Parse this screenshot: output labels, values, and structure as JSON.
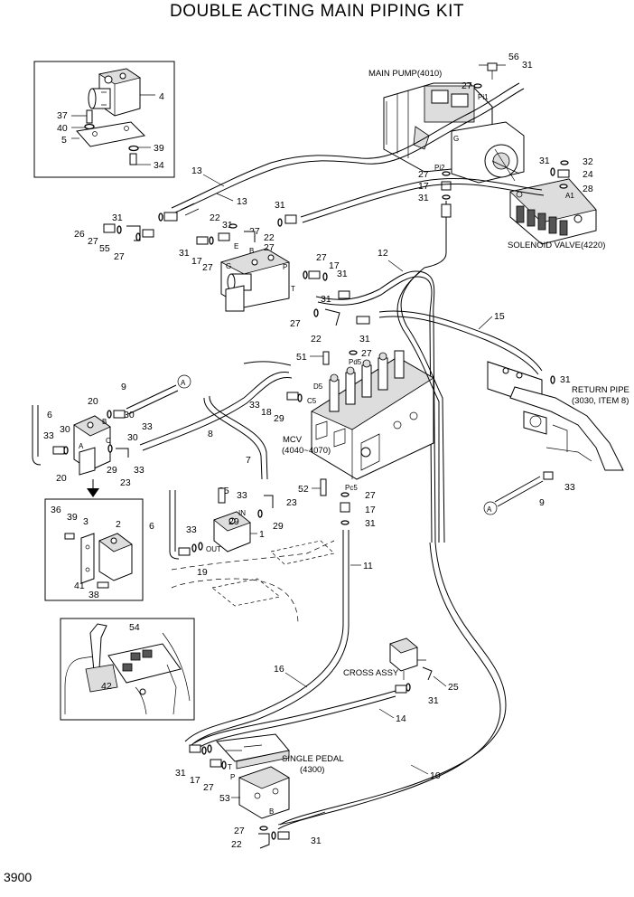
{
  "title": "DOUBLE ACTING MAIN PIPING KIT",
  "page_number": "3900",
  "captions": {
    "main_pump": "MAIN PUMP(4010)",
    "solenoid_valve": "SOLENOID VALVE(4220)",
    "return_pipe_1": "RETURN PIPE",
    "return_pipe_2": "(3030, ITEM 8)",
    "mcv_1": "MCV",
    "mcv_2": "(4040~4070)",
    "cross_assy": "CROSS ASSY",
    "single_pedal_1": "SINGLE PEDAL",
    "single_pedal_2": "(4300)",
    "ref_a": "A"
  },
  "ports": {
    "pi1": "Pi1",
    "pi2": "Pi2",
    "g_pump": "G",
    "a1": "A1",
    "e": "E",
    "b_block": "B",
    "g_block": "G",
    "p_block": "P",
    "t_block": "T",
    "pd5": "Pd5",
    "d5": "D5",
    "c5": "C5",
    "pc5": "Pc5",
    "a_valve": "A",
    "b_valve": "B",
    "c_valve": "C",
    "in": "IN",
    "out": "OUT",
    "t_pedal": "T",
    "p_pedal": "P",
    "b_pedal": "B"
  },
  "callouts": {
    "c4": "4",
    "c37": "37",
    "c40": "40",
    "c5": "5",
    "c39": "39",
    "c34": "34",
    "c56": "56",
    "c31_pump": "31",
    "c27_pump": "27",
    "c13a": "13",
    "c13b": "13",
    "c27_pi2": "27",
    "c17_pi2": "17",
    "c31_pi2": "31",
    "c31_sv": "31",
    "c32": "32",
    "c24": "24",
    "c28": "28",
    "c26": "26",
    "c27_l1": "27",
    "c31_l1": "31",
    "c55": "55",
    "c27_l2": "27",
    "c22a": "22",
    "c31_a": "31",
    "c31_b": "31",
    "c27_b": "27",
    "c22b": "22",
    "c27_c": "27",
    "c31_d": "31",
    "c17_d": "17",
    "c27_d": "27",
    "c12": "12",
    "c27_e": "27",
    "c17_e": "17",
    "c31_e": "31",
    "c31_f": "31",
    "c15": "15",
    "c27_f": "27",
    "c22c": "22",
    "c31_g": "31",
    "c51": "51",
    "c27_pd5": "27",
    "c31_rp": "31",
    "c9a": "9",
    "c6a": "6",
    "c20a": "20",
    "c30a": "30",
    "c33a": "33",
    "c30b": "30",
    "c33b": "33",
    "c8": "8",
    "c20b": "20",
    "c29a": "29",
    "c23a": "23",
    "c33c": "33",
    "c33d": "33",
    "c18": "18",
    "c29b": "29",
    "c7": "7",
    "c35": "35",
    "c33e": "33",
    "c23b": "23",
    "c29c": "29",
    "c1": "1",
    "c6b": "6",
    "c33f": "33",
    "c19": "19",
    "c36": "36",
    "c39b": "39",
    "c3": "3",
    "c2": "2",
    "c41": "41",
    "c38": "38",
    "c52": "52",
    "c27_pc5": "27",
    "c17_pc5": "17",
    "c31_pc5": "31",
    "c33_rp": "33",
    "c9b": "9",
    "c11": "11",
    "c54": "54",
    "c42": "42",
    "c16": "16",
    "c25": "25",
    "c31_x": "31",
    "c14": "14",
    "c31_sp": "31",
    "c17_sp": "17",
    "c27_sp": "27",
    "c53": "53",
    "c10": "10",
    "c27_bot": "27",
    "c22_bot": "22",
    "c31_bot": "31"
  }
}
